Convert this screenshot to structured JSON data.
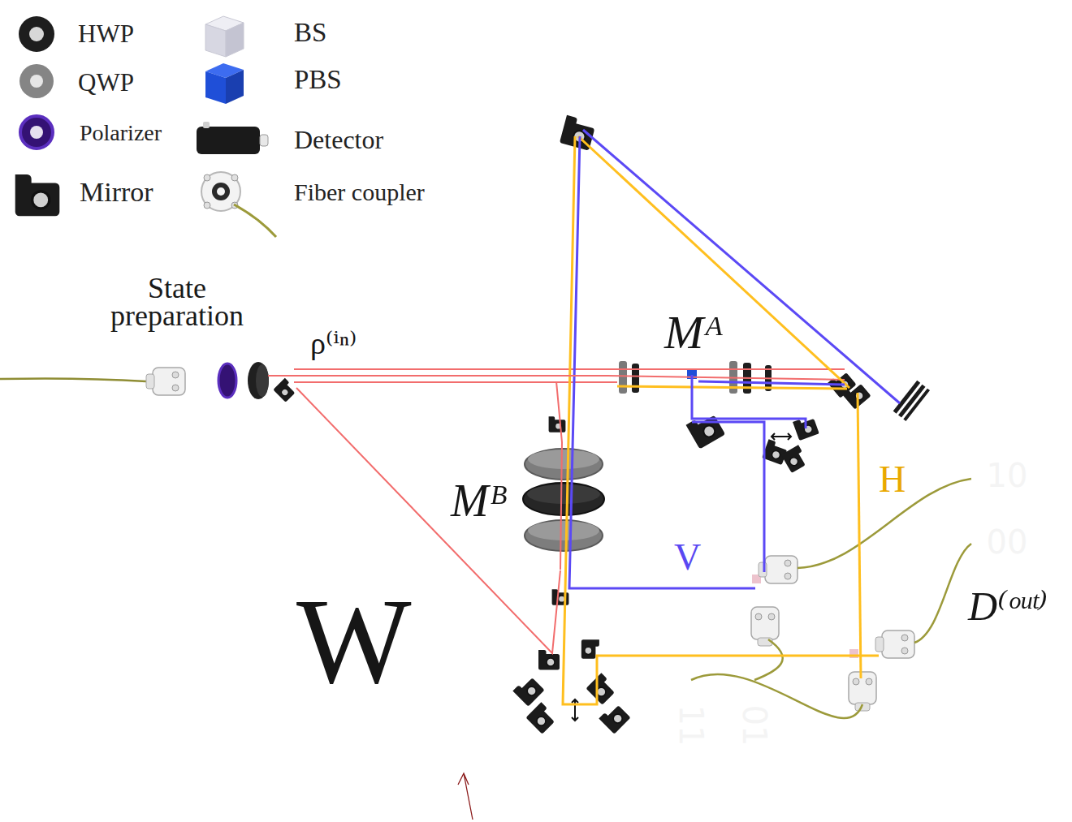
{
  "diagram": {
    "nodes": [
      {
        "text": [
          "W"
        ]
      },
      {
        "text": [
          "Mᴬ"
        ],
        "in": 0
      },
      {
        "text": [
          "Mᴮ"
        ],
        "in": 0
      },
      {
        "text": [
          "State preparation"
        ]
      },
      {
        "text": [
          "D⁽ᵒᵘᵗ⁾"
        ]
      },
      {
        "text": [
          "10"
        ],
        "in": 4
      },
      {
        "text": [
          "00"
        ],
        "in": 4
      },
      {
        "text": [
          "11"
        ]
      },
      {
        "text": [
          "01"
        ]
      }
    ],
    "edges": [
      {
        "from": 3,
        "to": 1,
        "arrow": "none"
      },
      {
        "from": 3,
        "to": 2,
        "arrow": "none"
      }
    ],
    "labels": [
      "ρ⁽ⁱⁿ⁾",
      "H",
      "V"
    ],
    "legend": [
      {
        "text": "HWP"
      },
      {
        "text": "QWP"
      },
      {
        "text": "Polarizer"
      },
      {
        "text": "Mirror"
      },
      {
        "text": "BS"
      },
      {
        "text": "PBS"
      },
      {
        "text": "Detector"
      },
      {
        "text": "Fiber coupler"
      }
    ]
  }
}
